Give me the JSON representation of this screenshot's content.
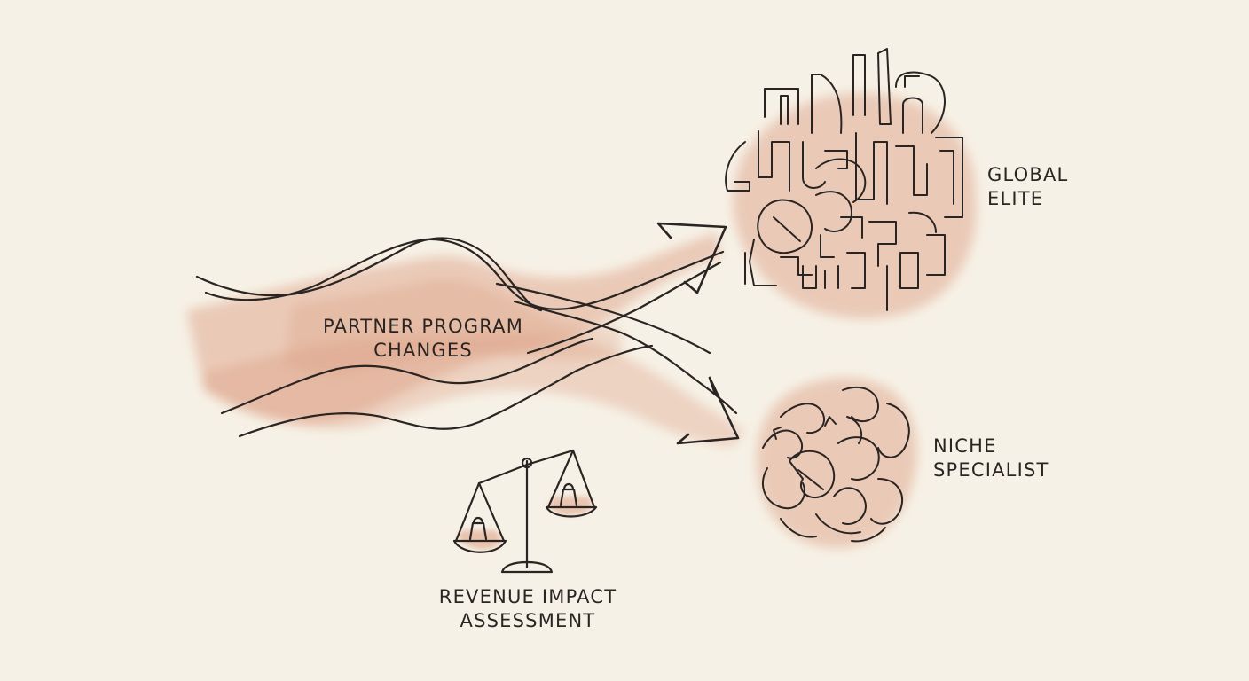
{
  "diagram": {
    "source": {
      "lines": [
        "PARTNER PROGRAM",
        "CHANGES"
      ]
    },
    "targets": [
      {
        "lines": [
          "GLOBAL",
          "ELITE"
        ]
      },
      {
        "lines": [
          "NICHE",
          "SPECIALIST"
        ]
      }
    ],
    "assessment": {
      "lines": [
        "REVENUE IMPACT",
        "ASSESSMENT"
      ]
    }
  },
  "colors": {
    "background": "#f6f1e6",
    "watercolor": "#dc9a7e",
    "ink": "#2a2522"
  }
}
